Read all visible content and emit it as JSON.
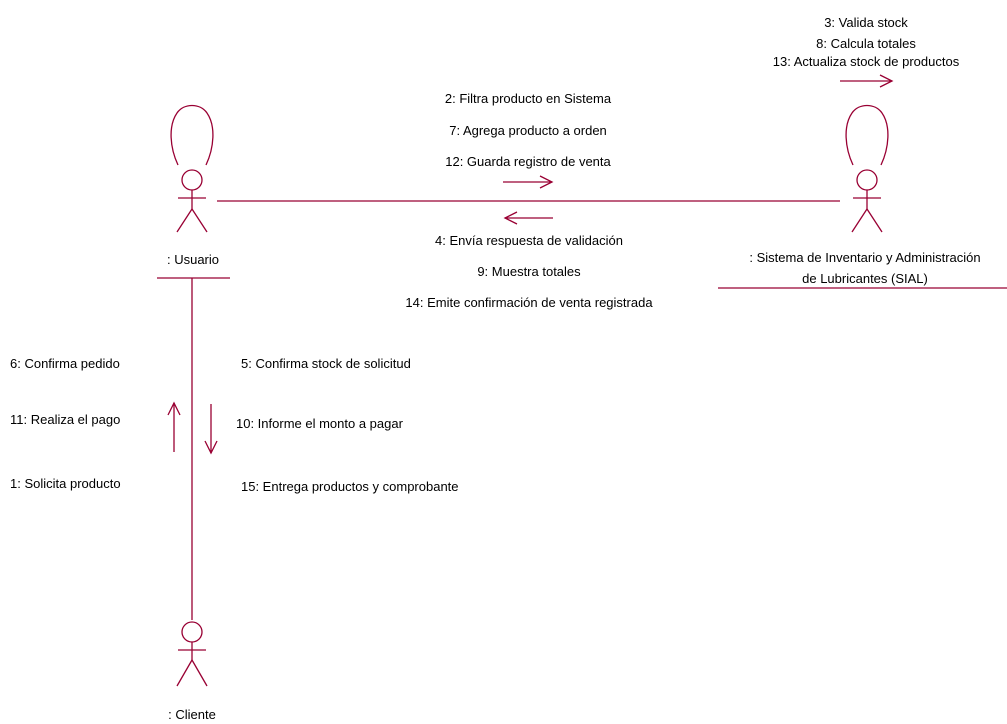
{
  "colors": {
    "line": "#990033",
    "actor": "#990033",
    "text": "#000000",
    "background": "#ffffff"
  },
  "actors": {
    "usuario": ": Usuario",
    "sistema_line1": ": Sistema de Inventario y Administración",
    "sistema_line2": "de Lubricantes (SIAL)",
    "cliente": ": Cliente"
  },
  "messages": {
    "self_sistema": [
      "3: Valida stock",
      "8: Calcula totales",
      "13: Actualiza stock de productos"
    ],
    "usuario_to_sistema": [
      "2: Filtra producto en Sistema",
      "7: Agrega producto a orden",
      "12: Guarda registro de venta"
    ],
    "sistema_to_usuario": [
      "4: Envía respuesta de validación",
      "9: Muestra totales",
      "14: Emite confirmación de venta registrada"
    ],
    "cliente_to_usuario": [
      "6: Confirma pedido",
      "11: Realiza el pago",
      "1: Solicita producto"
    ],
    "usuario_to_cliente": [
      "5: Confirma stock de solicitud",
      "10: Informe el monto a pagar",
      "15: Entrega productos y comprobante"
    ]
  }
}
